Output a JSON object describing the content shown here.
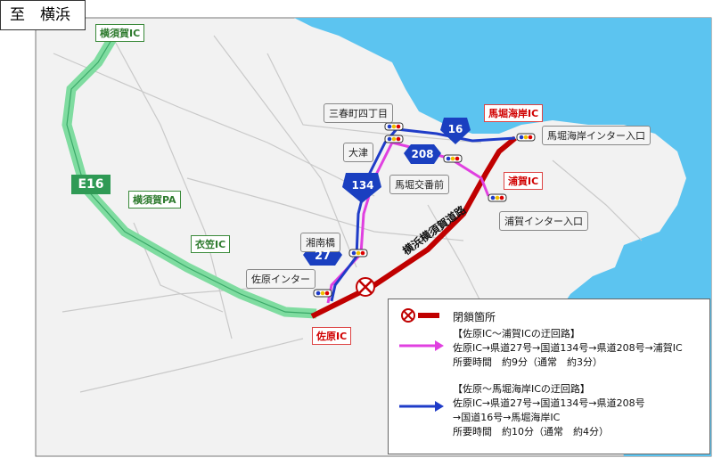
{
  "destination": "至　横浜",
  "expressway": "E16",
  "interchanges": {
    "yokosuka_ic": "横須賀IC",
    "yokosuka_pa": "横須賀PA",
    "kinugasa_ic": "衣笠IC",
    "sahara_ic": "佐原IC",
    "uraga_ic": "浦賀IC",
    "mabori_ic": "馬堀海岸IC"
  },
  "intersections": {
    "mihamacho": "三春町四丁目",
    "otsu": "大津",
    "mabori_koban": "馬堀交番前",
    "mabori_inter": "馬堀海岸インター入口",
    "uraga_inter": "浦賀インター入口",
    "shonan": "湘南橋",
    "sahara_inter": "佐原インター"
  },
  "routes": {
    "r16": "16",
    "r208": "208",
    "r134": "134",
    "r27": "27"
  },
  "road_name": "横浜横須賀道路",
  "colors": {
    "sea": "#5cc4f0",
    "expressway": "#7fdca0",
    "closure": "#c00000",
    "detour_magenta": "#e040e0",
    "detour_blue": "#1f3cc8",
    "shield": "#1a3fc0"
  },
  "legend": {
    "closure_label": "閉鎖箇所",
    "magenta_title": "【佐原IC～浦賀ICの迂回路】",
    "magenta_path": "佐原IC→県道27号→国道134号→県道208号→浦賀IC",
    "magenta_time": "所要時間　約9分（通常　約3分）",
    "blue_title": "【佐原～馬堀海岸ICの迂回路】",
    "blue_path1": "佐原IC→県道27号→国道134号→県道208号",
    "blue_path2": "→国道16号→馬堀海岸IC",
    "blue_time": "所要時間　約10分（通常　約4分）"
  }
}
